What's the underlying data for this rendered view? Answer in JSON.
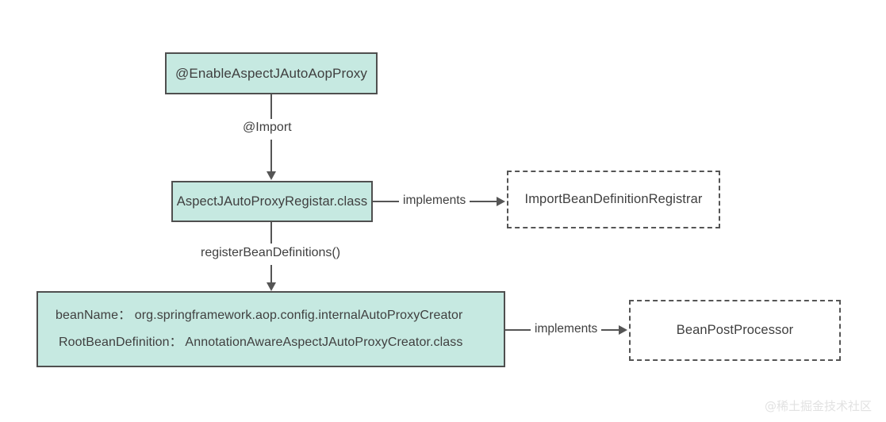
{
  "diagram": {
    "title": "Spring AOP @EnableAspectJAutoProxy registration flow",
    "background_color": "#ffffff",
    "node_fill_color": "#c6e9e1",
    "node_border_color": "#4f4f4f",
    "dashed_border_color": "#555555",
    "text_color": "#3f3f3f",
    "connector_color": "#555555"
  },
  "nodes": {
    "enable_aspectj": {
      "label": "@EnableAspectJAutoAopProxy",
      "style": "solid-filled"
    },
    "registrar_class": {
      "label": "AspectJAutoProxyRegistar.class",
      "style": "solid-filled"
    },
    "bean_definition": {
      "line_1": "beanName： org.springframework.aop.config.internalAutoProxyCreator",
      "line_2": "RootBeanDefinition： AnnotationAwareAspectJAutoProxyCreator.class",
      "style": "solid-filled"
    },
    "import_bean_definition_registrar": {
      "label": "ImportBeanDefinitionRegistrar",
      "style": "dashed"
    },
    "bean_post_processor": {
      "label": "BeanPostProcessor",
      "style": "dashed"
    }
  },
  "edges": {
    "import": {
      "label": "@Import",
      "from": "enable_aspectj",
      "to": "registrar_class"
    },
    "register_bean_definitions": {
      "label": "registerBeanDefinitions()",
      "from": "registrar_class",
      "to": "bean_definition"
    },
    "implements_registrar": {
      "label": "implements",
      "from": "registrar_class",
      "to": "import_bean_definition_registrar"
    },
    "implements_post_processor": {
      "label": "implements",
      "from": "bean_definition",
      "to": "bean_post_processor"
    }
  },
  "watermark": {
    "text": "@稀土掘金技术社区"
  }
}
